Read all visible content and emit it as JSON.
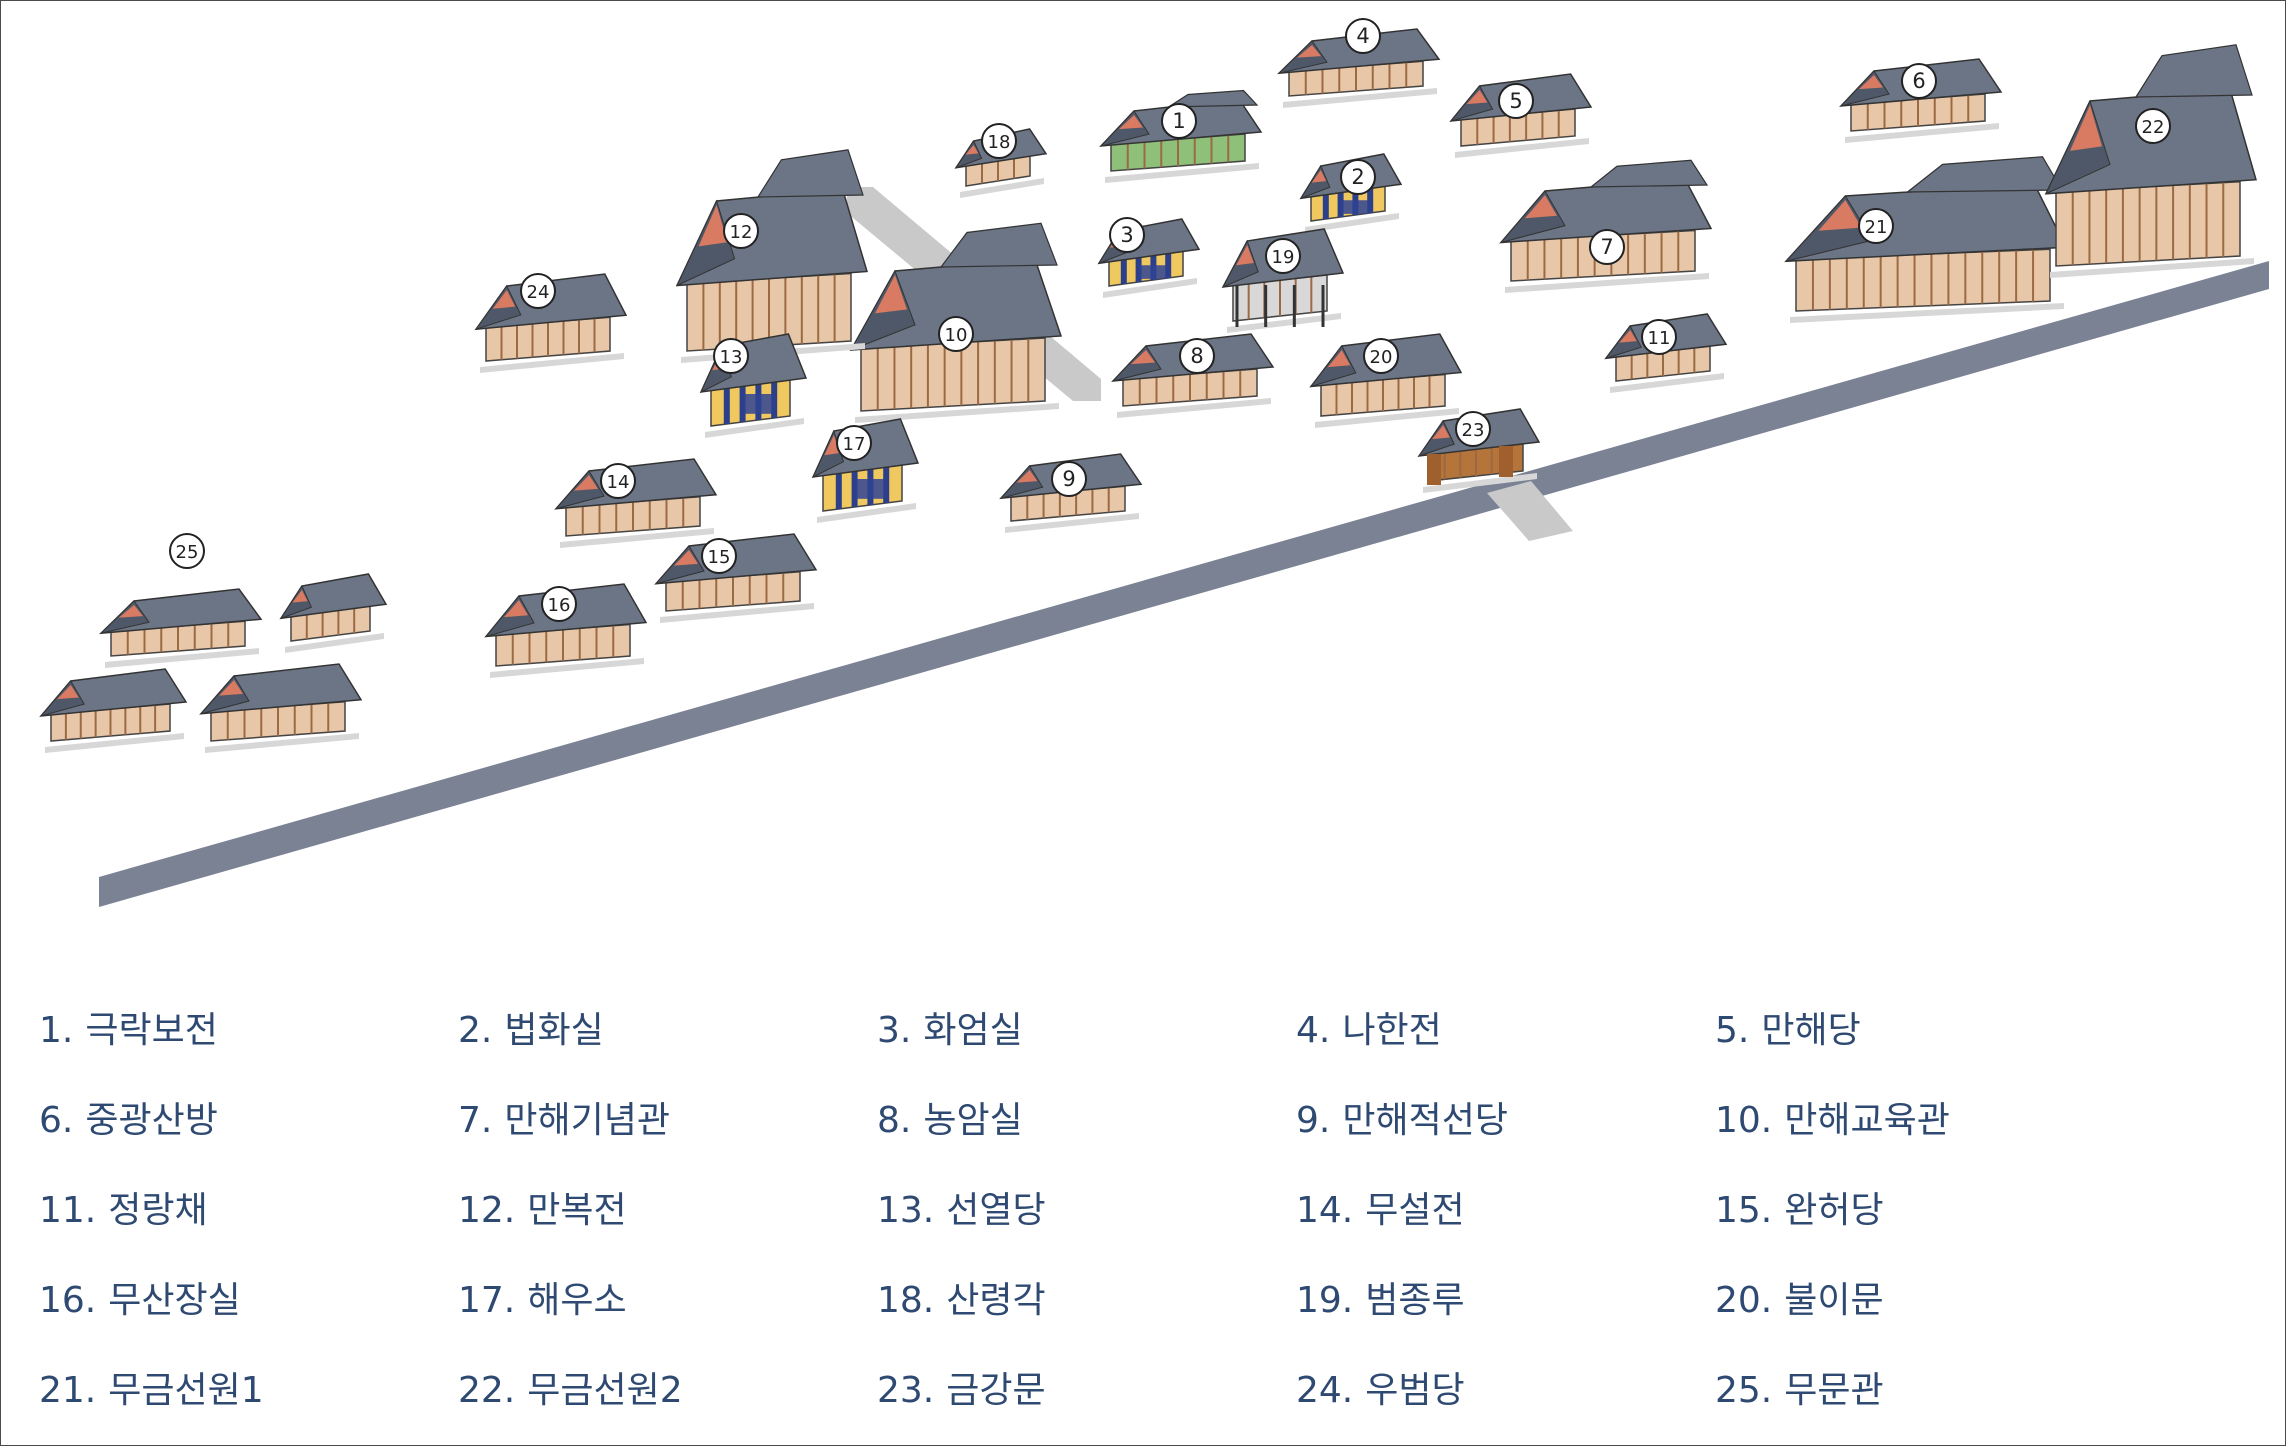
{
  "map": {
    "buildings": [
      {
        "id": "1",
        "color": "#8fc07a",
        "style": "temple"
      },
      {
        "id": "2",
        "color": "#f0c860",
        "style": "small"
      },
      {
        "id": "3",
        "color": "#f0c860",
        "style": "small"
      },
      {
        "id": "4",
        "color": "#e8c7a8",
        "style": "hall"
      },
      {
        "id": "5",
        "color": "#e8c7a8",
        "style": "hall"
      },
      {
        "id": "6",
        "color": "#e8c7a8",
        "style": "hall"
      },
      {
        "id": "7",
        "color": "#e8c7a8",
        "style": "long"
      },
      {
        "id": "8",
        "color": "#e8c7a8",
        "style": "hall"
      },
      {
        "id": "9",
        "color": "#e8c7a8",
        "style": "hall"
      },
      {
        "id": "10",
        "color": "#e8c7a8",
        "style": "long"
      },
      {
        "id": "11",
        "color": "#e8c7a8",
        "style": "hall"
      },
      {
        "id": "12",
        "color": "#e8c7a8",
        "style": "long"
      },
      {
        "id": "13",
        "color": "#f0c860",
        "style": "small"
      },
      {
        "id": "14",
        "color": "#e8c7a8",
        "style": "hall"
      },
      {
        "id": "15",
        "color": "#e8c7a8",
        "style": "hall"
      },
      {
        "id": "16",
        "color": "#e8c7a8",
        "style": "hall"
      },
      {
        "id": "17",
        "color": "#f0c860",
        "style": "small"
      },
      {
        "id": "18",
        "color": "#e8c7a8",
        "style": "hall"
      },
      {
        "id": "19",
        "color": "#d8d8d8",
        "style": "pavilion"
      },
      {
        "id": "20",
        "color": "#e8c7a8",
        "style": "hall"
      },
      {
        "id": "21",
        "color": "#e8c7a8",
        "style": "long"
      },
      {
        "id": "22",
        "color": "#e8c7a8",
        "style": "long"
      },
      {
        "id": "23",
        "color": "#b5743a",
        "style": "gate"
      },
      {
        "id": "24",
        "color": "#e8c7a8",
        "style": "hall"
      },
      {
        "id": "25",
        "color": "#e8c7a8",
        "style": "cluster"
      }
    ],
    "colors": {
      "roof": "#6b7585",
      "roof_dark": "#4f5868",
      "wall": "#7b8294",
      "wall_shadow": "#c9c9c9"
    }
  },
  "legend": [
    {
      "num": "1.",
      "name": "극락보전"
    },
    {
      "num": "2.",
      "name": "법화실"
    },
    {
      "num": "3.",
      "name": "화엄실"
    },
    {
      "num": "4.",
      "name": "나한전"
    },
    {
      "num": "5.",
      "name": "만해당"
    },
    {
      "num": "6.",
      "name": "중광산방"
    },
    {
      "num": "7.",
      "name": "만해기념관"
    },
    {
      "num": "8.",
      "name": "농암실"
    },
    {
      "num": "9.",
      "name": "만해적선당"
    },
    {
      "num": "10.",
      "name": "만해교육관"
    },
    {
      "num": "11.",
      "name": "정랑채"
    },
    {
      "num": "12.",
      "name": "만복전"
    },
    {
      "num": "13.",
      "name": "선열당"
    },
    {
      "num": "14.",
      "name": "무설전"
    },
    {
      "num": "15.",
      "name": "완허당"
    },
    {
      "num": "16.",
      "name": "무산장실"
    },
    {
      "num": "17.",
      "name": "해우소"
    },
    {
      "num": "18.",
      "name": "산령각"
    },
    {
      "num": "19.",
      "name": "범종루"
    },
    {
      "num": "20.",
      "name": "불이문"
    },
    {
      "num": "21.",
      "name": "무금선원1"
    },
    {
      "num": "22.",
      "name": "무금선원2"
    },
    {
      "num": "23.",
      "name": "금강문"
    },
    {
      "num": "24.",
      "name": "우범당"
    },
    {
      "num": "25.",
      "name": "무문관"
    }
  ]
}
